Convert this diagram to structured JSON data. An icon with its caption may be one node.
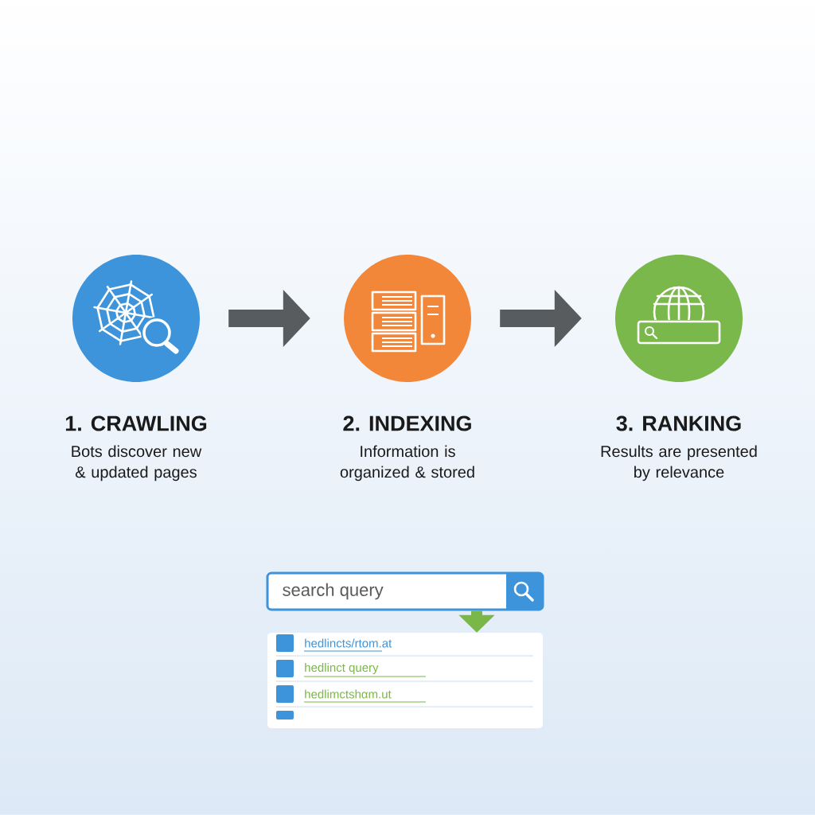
{
  "diagram": {
    "nodes": [
      {
        "text": [
          "1. CRAWLING",
          "Bots discover new & updated pages"
        ]
      },
      {
        "text": [
          "2. INDEXING",
          "Information is organized & stored"
        ]
      },
      {
        "text": [
          "3. RANKING",
          "Results are presented by relevance"
        ]
      },
      {
        "text": [
          "search query"
        ]
      },
      {
        "text": [
          "hedlincts/rtom.at",
          "hedlinct query",
          "hedlimctshαm.ut"
        ]
      }
    ],
    "edges": [
      {
        "from": 0,
        "to": 1,
        "arrow": "to"
      },
      {
        "from": 1,
        "to": 2,
        "arrow": "to"
      },
      {
        "from": 3,
        "to": 4,
        "arrow": "to",
        "color": "#7ab648"
      }
    ]
  }
}
